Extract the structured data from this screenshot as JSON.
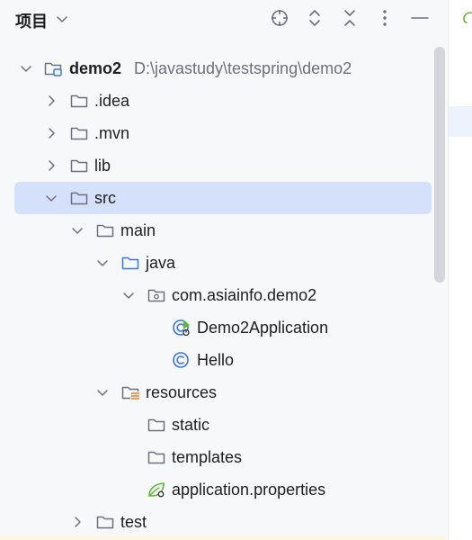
{
  "header": {
    "title": "项目",
    "tools": [
      "crosshair-icon",
      "expand-all-icon",
      "collapse-all-icon",
      "more-vertical-icon",
      "minimize-icon"
    ]
  },
  "tree": {
    "root": {
      "name": "demo2",
      "path": "D:\\javastudy\\testspring\\demo2"
    },
    "idea": ".idea",
    "mvn": ".mvn",
    "lib": "lib",
    "src": "src",
    "main": "main",
    "java": "java",
    "package": "com.asiainfo.demo2",
    "app_class": "Demo2Application",
    "hello_class": "Hello",
    "resources": "resources",
    "static": "static",
    "templates": "templates",
    "properties": "application.properties",
    "test": "test"
  },
  "colors": {
    "selection": "#d5e1fb",
    "java_folder": "#3574f0",
    "class_icon": "#3574f0",
    "spring_green": "#5fb832",
    "resources_orange": "#e57f24"
  }
}
